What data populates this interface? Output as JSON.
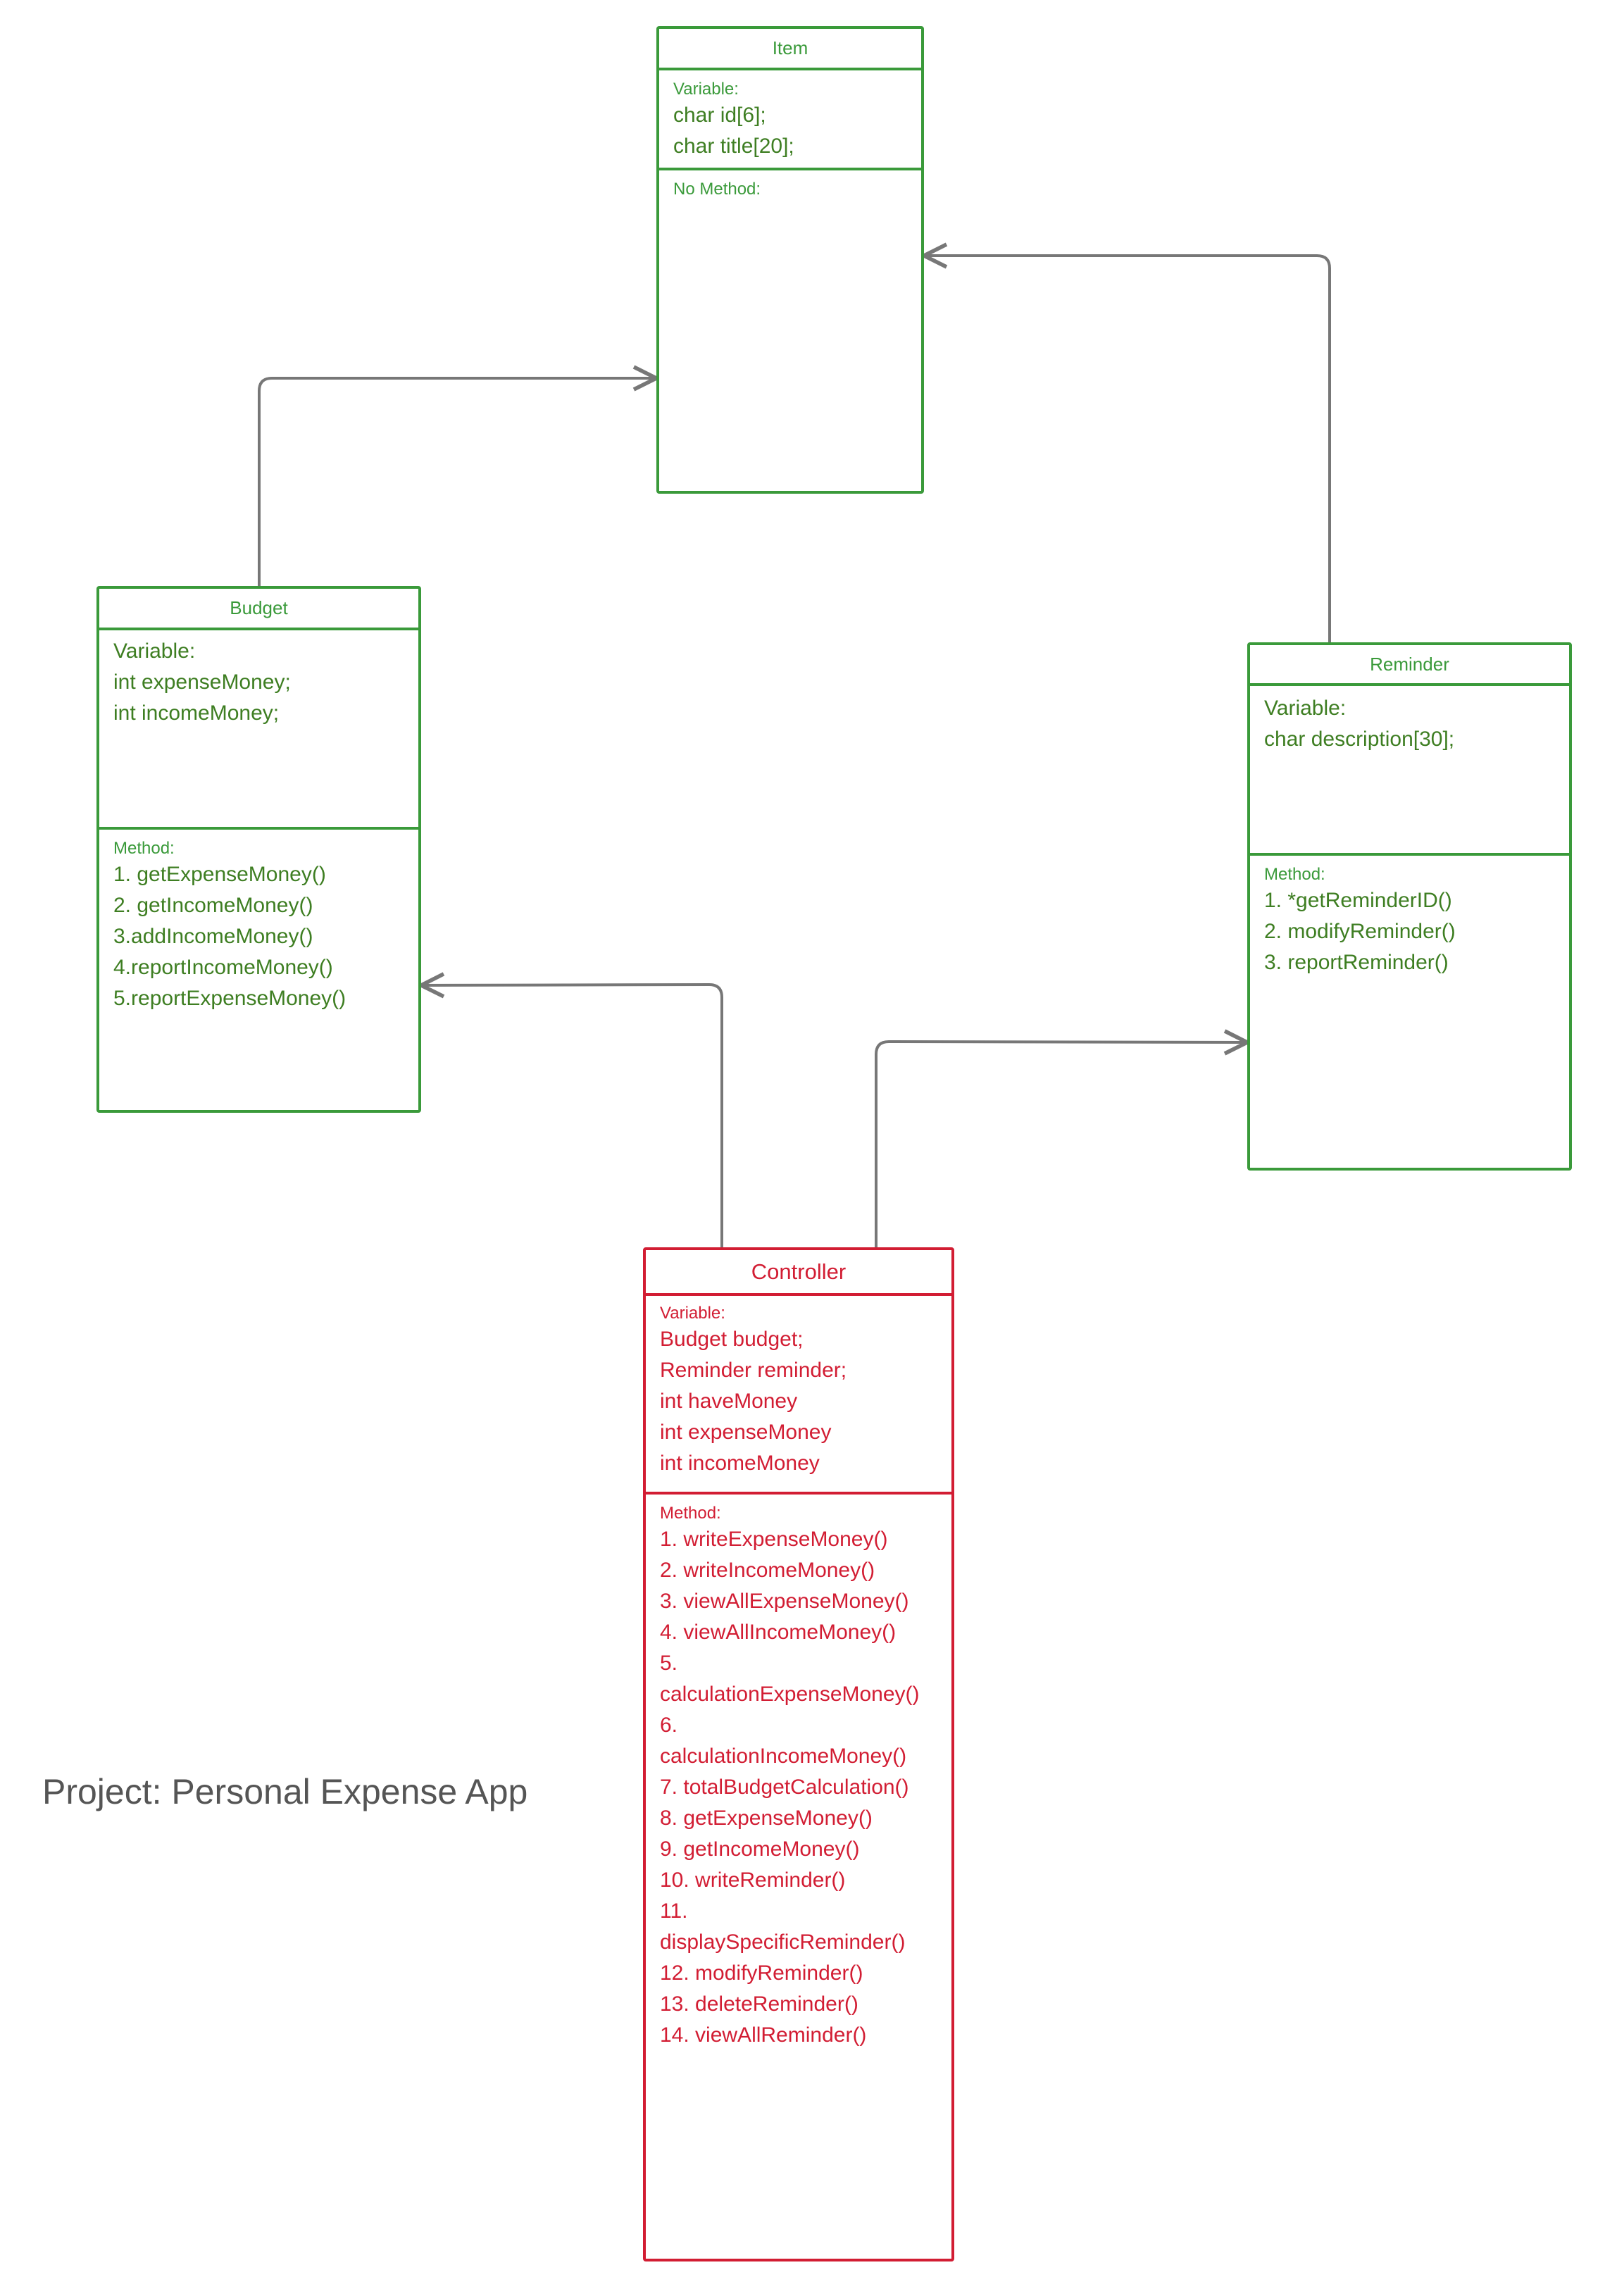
{
  "colors": {
    "green": "#3a9a3a",
    "red": "#d21d33",
    "connector": "#777777",
    "caption": "#555555"
  },
  "item": {
    "title": "Item",
    "variable_header": "Variable:",
    "variables": [
      "char id[6];",
      "char title[20];"
    ],
    "method_header": "No Method:"
  },
  "budget": {
    "title": "Budget",
    "variable_header": "Variable:",
    "variables": [
      "int expenseMoney;",
      "int incomeMoney;"
    ],
    "method_header": "Method:",
    "methods": [
      "1. getExpenseMoney()",
      "2. getIncomeMoney()",
      "3.addIncomeMoney()",
      "4.reportIncomeMoney()",
      "5.reportExpenseMoney()"
    ]
  },
  "reminder": {
    "title": "Reminder",
    "variable_header": "Variable:",
    "variables": [
      "char description[30];"
    ],
    "method_header": "Method:",
    "methods": [
      "1. *getReminderID()",
      "2.  modifyReminder()",
      "3. reportReminder()"
    ]
  },
  "controller": {
    "title": "Controller",
    "variable_header": "Variable:",
    "variables": [
      "Budget budget;",
      "Reminder reminder;",
      "int haveMoney",
      "int expenseMoney",
      "int incomeMoney"
    ],
    "method_header": "Method:",
    "methods": [
      "1. writeExpenseMoney()",
      "2. writeIncomeMoney()",
      "3. viewAllExpenseMoney()",
      "4. viewAllIncomeMoney()",
      "5.",
      "calculationExpenseMoney()",
      "6.",
      "calculationIncomeMoney()",
      "7. totalBudgetCalculation()",
      "8. getExpenseMoney()",
      "9. getIncomeMoney()",
      "10. writeReminder()",
      "11.",
      "displaySpecificReminder()",
      "12. modifyReminder()",
      "13. deleteReminder()",
      "14. viewAllReminder()"
    ]
  },
  "caption": "Project: Personal Expense App"
}
